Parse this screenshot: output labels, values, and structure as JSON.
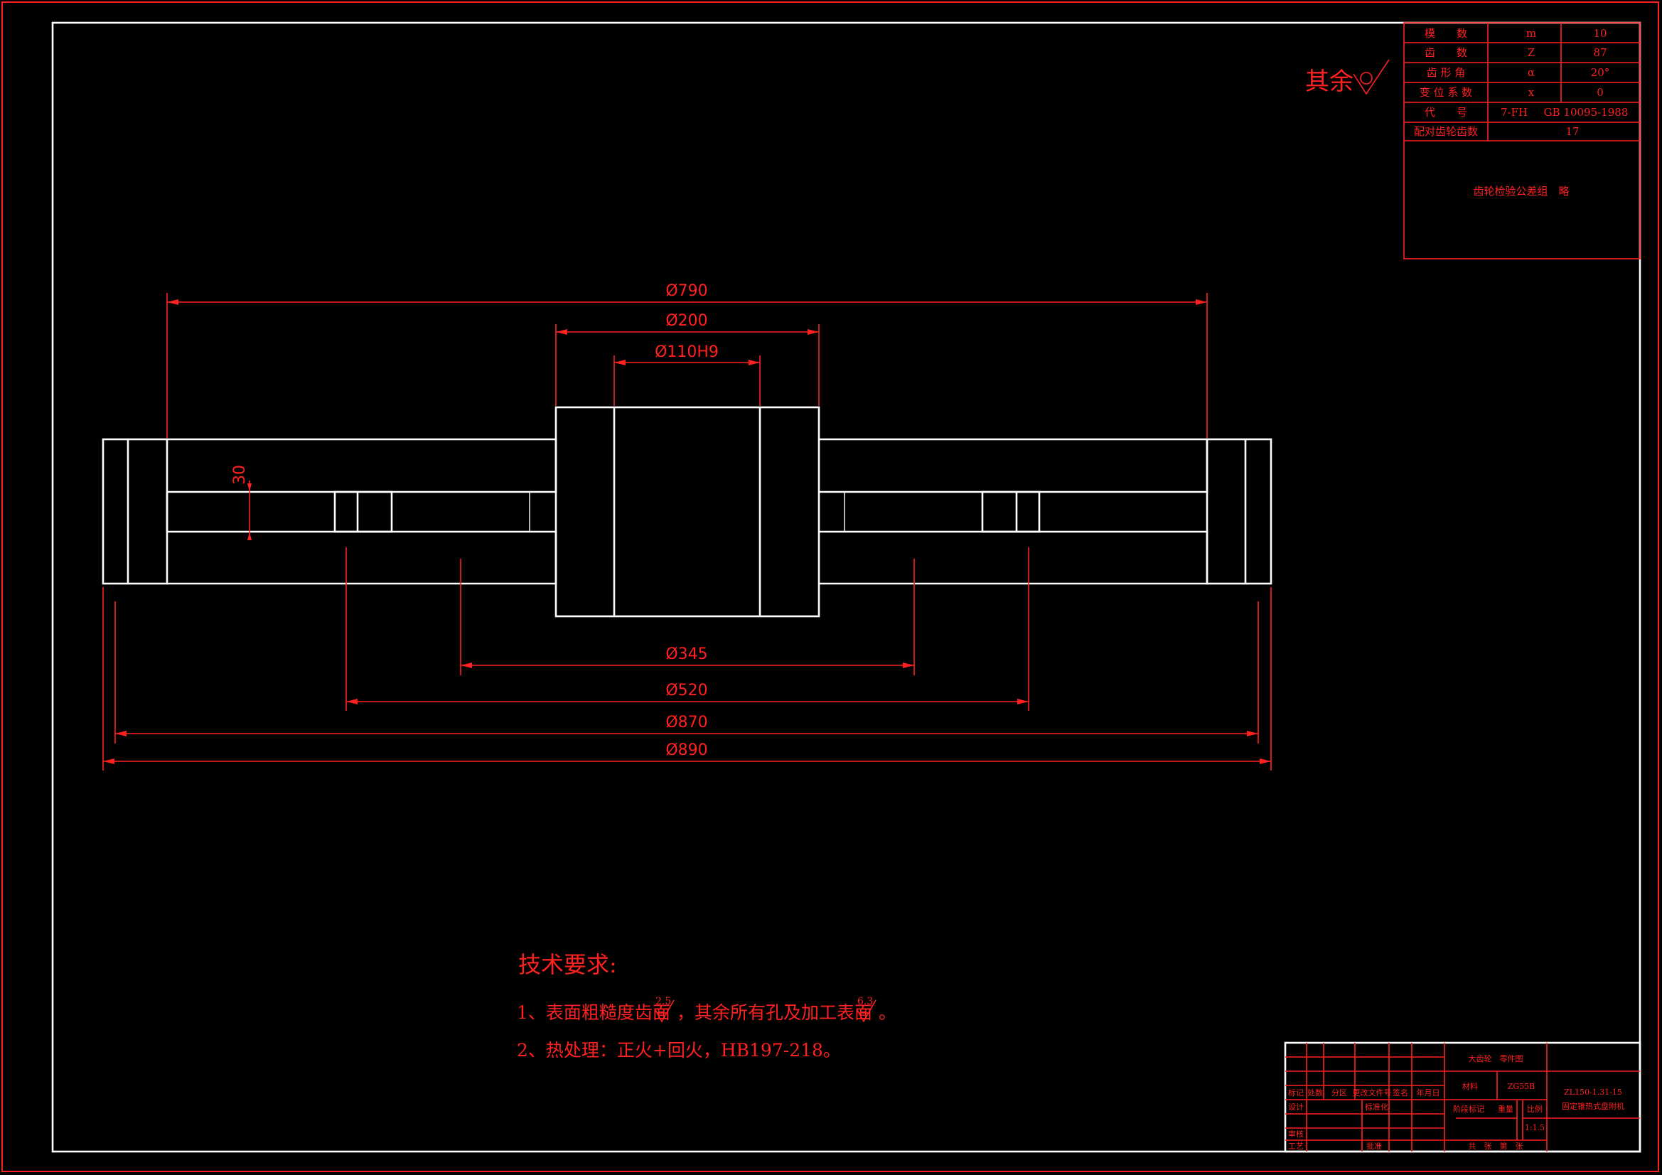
{
  "colors": {
    "background": "#000000",
    "outline": "#ffffff",
    "annotation": "#ff2020"
  },
  "roughness_note": {
    "label": "其余"
  },
  "gear_params": {
    "rows": [
      {
        "name": "模　　数",
        "symbol": "m",
        "value": "10"
      },
      {
        "name": "齿　　数",
        "symbol": "Z",
        "value": "87"
      },
      {
        "name": "齿 形 角",
        "symbol": "α",
        "value": "20°"
      },
      {
        "name": "变 位 系 数",
        "symbol": "x",
        "value": "0"
      },
      {
        "name": "代　　号",
        "symbol": "7-FH",
        "value": "GB 10095-1988"
      }
    ],
    "mating_label": "配对齿轮齿数",
    "mating_value": "17",
    "tolerance_note": "齿轮检验公差组　略"
  },
  "dimensions": {
    "d790": "Ø790",
    "d200": "Ø200",
    "d110": "Ø110H9",
    "d345": "Ø345",
    "d520": "Ø520",
    "d870": "Ø870",
    "d890": "Ø890",
    "t30": "30"
  },
  "requirements": {
    "title": "技术要求:",
    "line1_a": "1、表面粗糙度齿面",
    "line1_r1": "2.5",
    "line1_b": "，其余所有孔及加工表面",
    "line1_r2": "6.3",
    "line1_c": "。",
    "line2": "2、热处理：正火+回火，HB197-218。"
  },
  "title_block": {
    "part_name": "大齿轮　零件图",
    "material_label": "材料",
    "material_value": "ZG55B",
    "drawing_no": "ZL150-1.31-15",
    "product": "固定锥热式盘附机",
    "stage_label": "阶段标记",
    "weight_label": "重量",
    "scale_label": "比例",
    "scale_value": "1:1.5",
    "sheet_label": "共　张　第　张",
    "rev_headers": [
      "标记",
      "处数",
      "分区",
      "更改文件号",
      "签名",
      "年月日"
    ],
    "design_label": "设计",
    "std_label": "标准化",
    "check_label": "审核",
    "process_label": "工艺",
    "approve_label": "批准"
  }
}
